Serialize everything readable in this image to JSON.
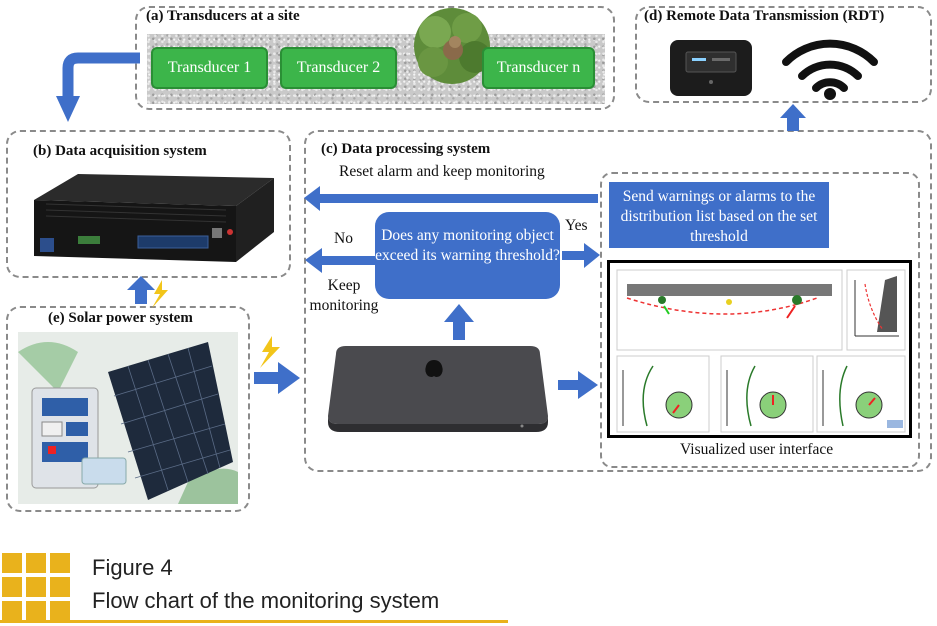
{
  "sections": {
    "a": {
      "title": "(a) Transducers at a site",
      "transducers": [
        "Transducer 1",
        "Transducer 2",
        "Transducer n"
      ],
      "ellipsis": "• • •"
    },
    "b": {
      "title": "(b) Data acquisition system"
    },
    "c": {
      "title": "(c) Data processing system",
      "reset_text": "Reset alarm and keep monitoring",
      "question": "Does any monitoring object exceed its warning threshold?",
      "no_label": "No",
      "yes_label": "Yes",
      "keep_label": "Keep monitoring",
      "warn_text": "Send warnings or alarms to the distribution list based on the set threshold",
      "ui_caption": "Visualized user interface"
    },
    "d": {
      "title": "(d) Remote Data Transmission (RDT)"
    },
    "e": {
      "title": "(e) Solar power system"
    }
  },
  "figure": {
    "number": "Figure 4",
    "caption": "Flow chart of the monitoring system"
  },
  "colors": {
    "accent_blue": "#3f6fc9",
    "transducer_green": "#3cb54a",
    "caption_gold": "#e9b21c",
    "dashed_border": "#8a8a8a"
  },
  "icons": [
    "router-icon",
    "wifi-icon",
    "lightning-icon",
    "computer-icon",
    "tree-icon",
    "solar-panel-icon",
    "battery-icon",
    "daq-device-icon",
    "compass-icon"
  ]
}
